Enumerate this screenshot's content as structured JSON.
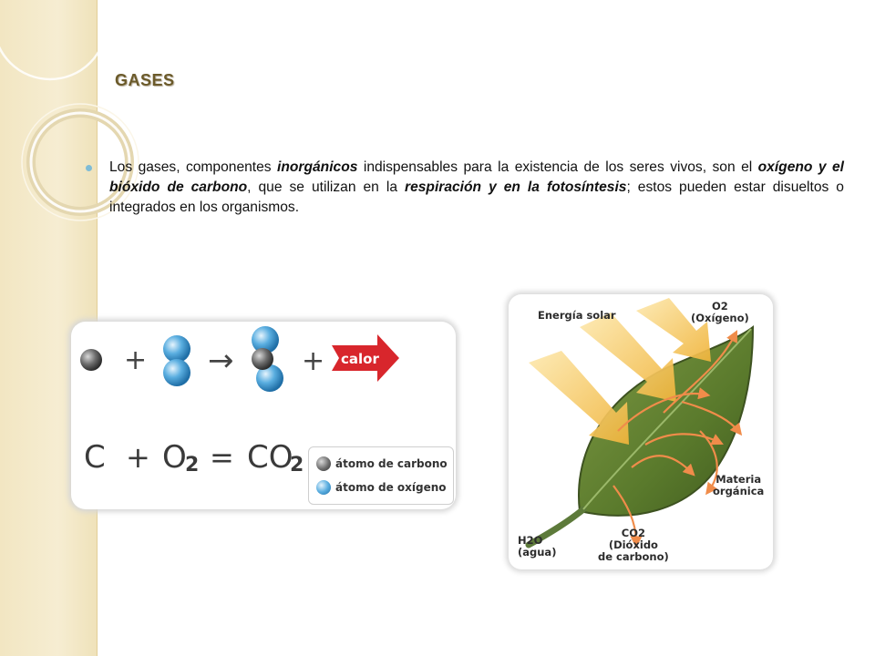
{
  "title": "GASES",
  "paragraph": {
    "p1": "Los gases, componentes ",
    "em1": "inorgánicos",
    "p2": " indispensables para la existencia de los seres vivos, son el ",
    "em2": "oxígeno y el bióxido de carbono",
    "p3": ", que se utilizan en la ",
    "em3": "respiración y en la fotosíntesis",
    "p4": "; estos pueden estar disueltos o integrados en los organismos."
  },
  "equation": {
    "plus1": "+",
    "arrow": "→",
    "plus2": "+",
    "heat_label": "calor",
    "formula": {
      "carbon": "C",
      "plus": "+",
      "oxygen": "O",
      "oxygen_sub": "2",
      "equals": "=",
      "product": "CO",
      "product_sub": "2"
    },
    "legend": {
      "carbon": "átomo de carbono",
      "oxygen": "átomo de oxígeno"
    }
  },
  "leaf_diagram": {
    "solar": "Energía solar",
    "o2_line1": "O2",
    "o2_line2": "(Oxígeno)",
    "materia_line1": "Materia",
    "materia_line2": "orgánica",
    "h2o_line1": "H2O",
    "h2o_line2": "(agua)",
    "co2_line1": "CO2",
    "co2_line2": "(Dióxido",
    "co2_line3": "de carbono)"
  },
  "colors": {
    "side_band": "#f2e6c2",
    "title": "#6b5a2a",
    "bullet": "#7fbcd6",
    "heat_arrow": "#d8262c",
    "leaf": "#5c7a2e",
    "sun_arrow": "#f2c04a",
    "reaction_arrow": "#f08c4a"
  }
}
